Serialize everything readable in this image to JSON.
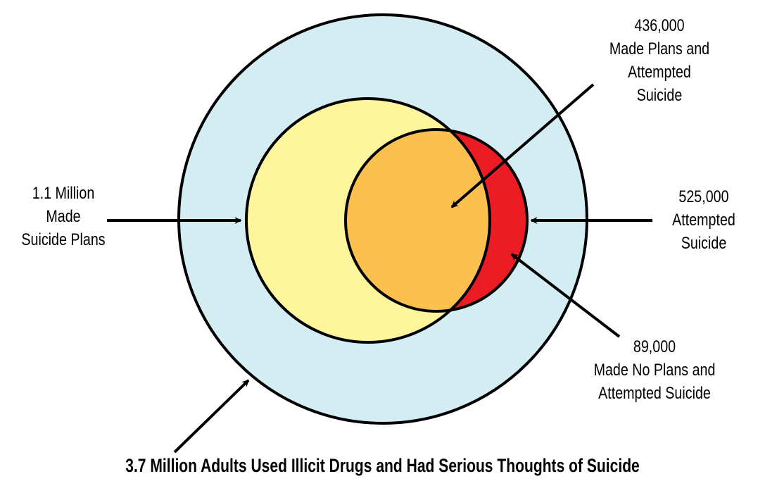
{
  "title": "3.7 Million Adults Used Illicit Drugs and Had Serious Thoughts of Suicide",
  "labels": {
    "plans": {
      "value": "1.1 Million",
      "line2": "Made",
      "line3": "Suicide Plans"
    },
    "plans_and_attempted": {
      "value": "436,000",
      "line2": "Made Plans and",
      "line3": "Attempted",
      "line4": "Suicide"
    },
    "attempted": {
      "value": "525,000",
      "line2": "Attempted",
      "line3": "Suicide"
    },
    "no_plans_attempted": {
      "value": "89,000",
      "line2": "Made No Plans and",
      "line3": "Attempted Suicide"
    }
  },
  "colors": {
    "outer_fill": "#d4edf3",
    "plans_fill": "#fff59d",
    "overlap_fill": "#fcc04e",
    "attempted_only_fill": "#ec1c24",
    "stroke": "#000000"
  },
  "chart_data": {
    "type": "venn",
    "title": "3.7 Million Adults Used Illicit Drugs and Had Serious Thoughts of Suicide",
    "sets": [
      {
        "name": "Serious Thoughts of Suicide (illicit drug users)",
        "size": 3700000
      },
      {
        "name": "Made Suicide Plans",
        "size": 1100000
      },
      {
        "name": "Attempted Suicide",
        "size": 525000
      }
    ],
    "intersections": [
      {
        "sets": [
          "Made Suicide Plans",
          "Attempted Suicide"
        ],
        "size": 436000,
        "label": "Made Plans and Attempted Suicide"
      },
      {
        "sets": [
          "Attempted Suicide only"
        ],
        "size": 89000,
        "label": "Made No Plans and Attempted Suicide"
      }
    ]
  }
}
